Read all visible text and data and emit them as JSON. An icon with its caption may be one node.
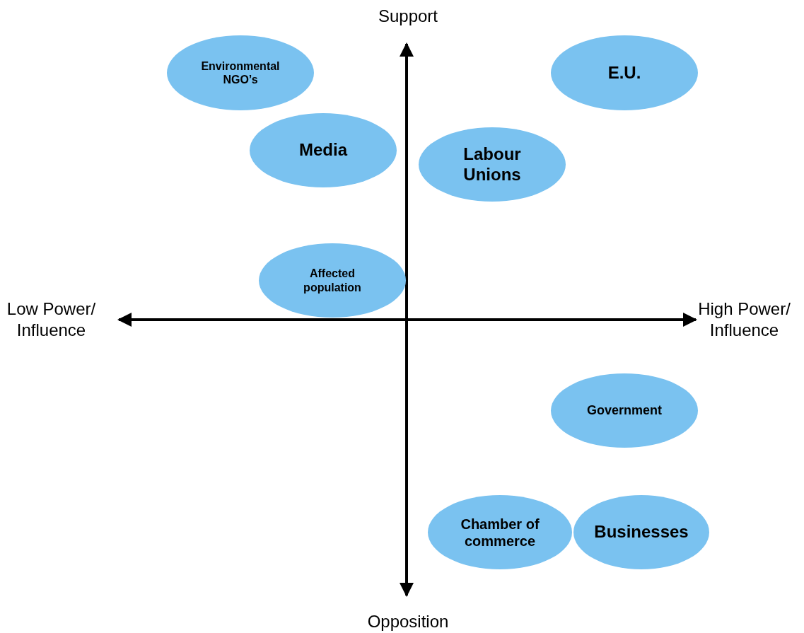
{
  "diagram": {
    "nodes": [
      {
        "text": [
          "Environmental NGO’s"
        ]
      },
      {
        "text": [
          "E.U."
        ]
      },
      {
        "text": [
          "Media"
        ]
      },
      {
        "text": [
          "Labour Unions"
        ]
      },
      {
        "text": [
          "Affected population"
        ]
      },
      {
        "text": [
          "Government"
        ]
      },
      {
        "text": [
          "Chamber of commerce"
        ]
      },
      {
        "text": [
          "Businesses"
        ]
      }
    ],
    "labels": [
      "Support",
      "Low Power/ Influence",
      "High Power/ Influence",
      "Opposition"
    ]
  }
}
